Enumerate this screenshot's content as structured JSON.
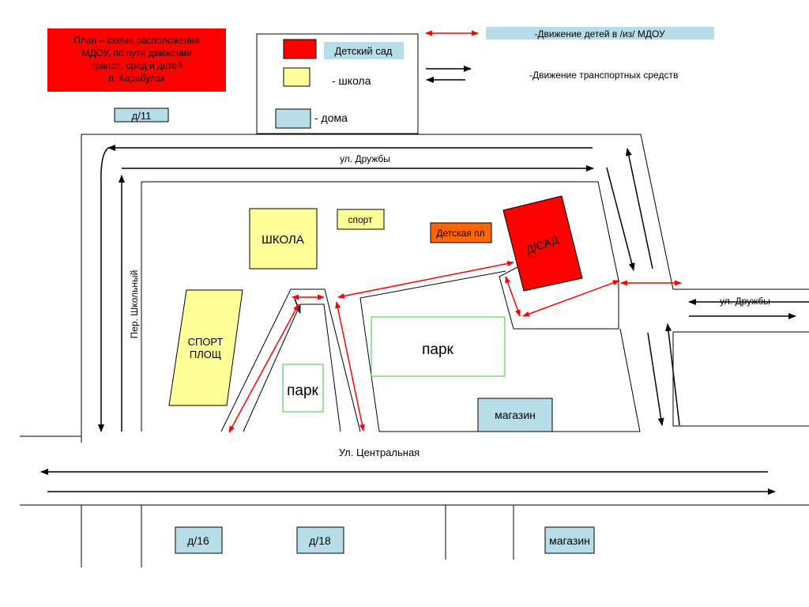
{
  "title_lines": [
    "План – схема расположения",
    "МДОУ, по пути движения",
    "трансп. сред  и детей",
    "п. Карабулак"
  ],
  "legend": {
    "kindergarten": "Детский сад",
    "school": "- школа",
    "houses": "- дома",
    "children_movement": "-Движение детей в /из/  МДОУ",
    "vehicle_movement": "-Движение транспортных средств"
  },
  "streets": {
    "druzhby_top": "ул. Дружбы",
    "druzhby_right": "ул. Дружбы",
    "shkolny": "Пер. Школьный",
    "tsentralnaya": "Ул. Центральная"
  },
  "buildings": {
    "d11": "д/11",
    "school": "ШКОЛА",
    "sport": "спорт",
    "playground": "Детская пл",
    "kindergarten": "Д/САД",
    "sport_field": [
      "СПОРТ",
      "ПЛОЩ"
    ],
    "park_small": "парк",
    "park_large": "парк",
    "shop_1": "магазин",
    "d16": "д/16",
    "d18": "д/18",
    "shop_2": "магазин"
  },
  "colors": {
    "red": "#ff0000",
    "yellow": "#ffff99",
    "light_blue": "#b7dee8",
    "orange": "#ff6600",
    "park_green": "#33cc33",
    "arrow_red": "#ff0000",
    "arrow_black": "#000000"
  }
}
